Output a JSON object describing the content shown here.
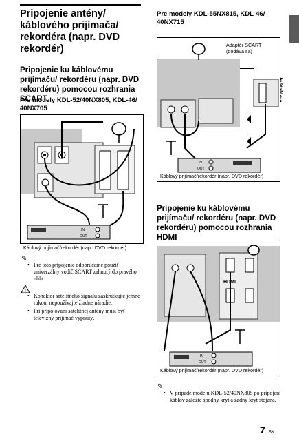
{
  "left": {
    "title": "Pripojenie antény/ káblového prijímača/ rekordéra (napr. DVD rekordér)",
    "section_heading": "Pripojenie ku káblovému prijímaču/ rekordéru (napr. DVD rekordéru) pomocou rozhrania SCART",
    "models_heading": "Pre modely KDL-52/40NX805, KDL-46/ 40NX705",
    "figure_caption": "Káblový prijímač/rekordér (napr. DVD rekordér)",
    "figure_labels": {
      "in": "IN",
      "out": "OUT"
    },
    "note1": "Pre toto pripojenie odporúčame použiť univerzálny vodič SCART zahnutý do pravého uhla.",
    "caution_items": [
      "Konektor satelitného signálu zaskrutkujte jemne rukou, nepoužívajte žiadne náradie.",
      "Pri pripojovaní satelitnej antény musí byť televízny prijímač vypnutý."
    ]
  },
  "right": {
    "models_heading": "Pre modely KDL-55NX815, KDL-46/ 40NX715",
    "adapter_label": "Adaptér SCART (dodáva sa)",
    "figure1_caption": "Káblový prijímač/rekordér (napr. DVD rekordér)",
    "hdmi_heading": "Pripojenie ku káblovému prijímaču/ rekordéru (napr. DVD rekordéru) pomocou rozhrania HDMI",
    "figure2_caption": "Káblový prijímač/rekordér (napr. DVD rekordér)",
    "figure_labels": {
      "in": "IN",
      "out": "OUT",
      "hdmi": "HDMI"
    },
    "note": "V prípade modelu KDL-52/40NX805 po pripojení káblov založte spodný kryt a zadný kryt stojana."
  },
  "side_tab": "Inštalácia",
  "page": {
    "number": "7",
    "lang": "SK"
  }
}
